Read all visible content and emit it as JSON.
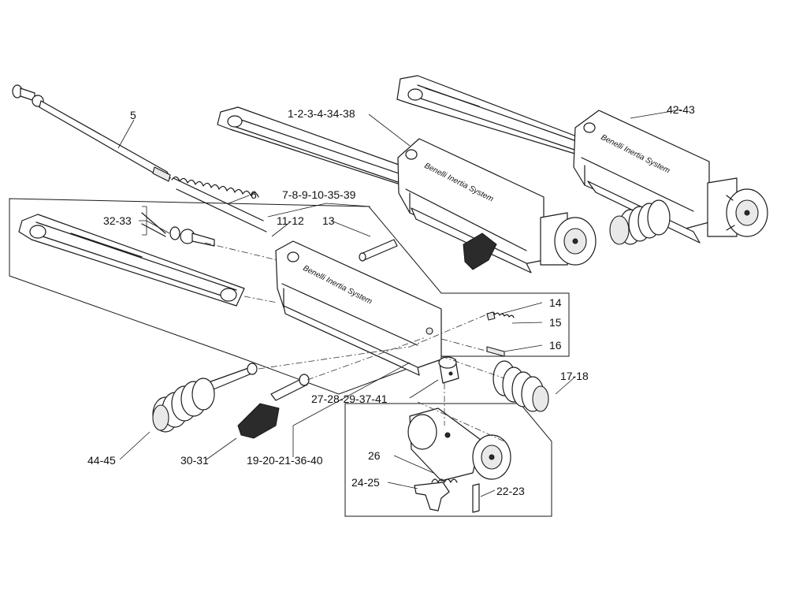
{
  "brand_text": "Benelli Inertia System",
  "labels": {
    "l5": "5",
    "l1_38": "1-2-3-4-34-38",
    "l42_43": "42-43",
    "l6": "6",
    "l32_33": "32-33",
    "l7_39": "7-8-9-10-35-39",
    "l11_12": "11-12",
    "l13": "13",
    "l14": "14",
    "l15": "15",
    "l16": "16",
    "l17_18": "17-18",
    "l27_41": "27-28-29-37-41",
    "l44_45": "44-45",
    "l30_31": "30-31",
    "l19_40": "19-20-21-36-40",
    "l26": "26",
    "l24_25": "24-25",
    "l22_23": "22-23"
  }
}
